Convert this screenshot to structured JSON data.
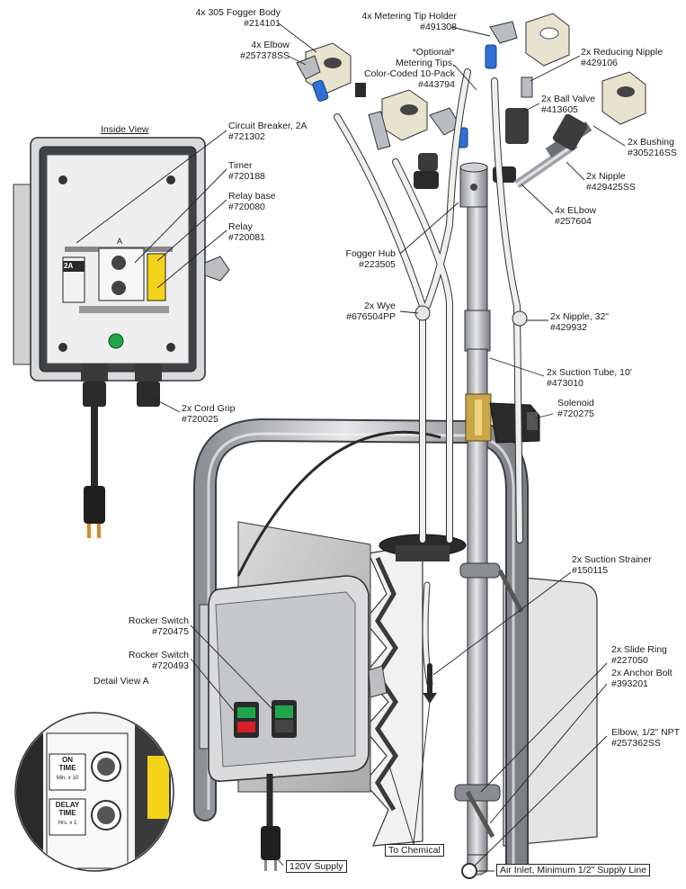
{
  "parts": {
    "fogger_body": {
      "line1": "4x 305 Fogger Body",
      "line2": "#214101"
    },
    "elbow_top": {
      "line1": "4x Elbow",
      "line2": "#257378SS"
    },
    "metering_tip_holder": {
      "line1": "4x Metering Tip Holder",
      "line2": "#491308"
    },
    "metering_tips": {
      "line1": "*Optional*",
      "line2": "Metering Tips,",
      "line3": "Color-Coded 10-Pack",
      "line4": "#443794"
    },
    "reducing_nipple": {
      "line1": "2x Reducing Nipple",
      "line2": "#429106"
    },
    "ball_valve": {
      "line1": "2x Ball Valve",
      "line2": "#413605"
    },
    "bushing": {
      "line1": "2x Bushing",
      "line2": "#305216SS"
    },
    "nipple": {
      "line1": "2x Nipple",
      "line2": "#429425SS"
    },
    "elbow_hub": {
      "line1": "4x ELbow",
      "line2": "#257604"
    },
    "fogger_hub": {
      "line1": "Fogger Hub",
      "line2": "#223505"
    },
    "wye": {
      "line1": "2x Wye",
      "line2": "#676504PP"
    },
    "nipple_32": {
      "line1": "2x Nipple, 32\"",
      "line2": "#429932"
    },
    "suction_tube": {
      "line1": "2x Suction Tube, 10'",
      "line2": "#473010"
    },
    "solenoid": {
      "line1": "Solenoid",
      "line2": "#720275"
    },
    "circuit_breaker": {
      "line1": "Circuit Breaker, 2A",
      "line2": "#721302"
    },
    "timer": {
      "line1": "Timer",
      "line2": "#720188"
    },
    "relay_base": {
      "line1": "Relay base",
      "line2": "#720080"
    },
    "relay": {
      "line1": "Relay",
      "line2": "#720081"
    },
    "cord_grip": {
      "line1": "2x Cord Grip",
      "line2": "#720025"
    },
    "suction_strainer": {
      "line1": "2x Suction Strainer",
      "line2": "#150115"
    },
    "rocker_switch_1": {
      "line1": "Rocker Switch",
      "line2": "#720475"
    },
    "rocker_switch_2": {
      "line1": "Rocker Switch",
      "line2": "#720493"
    },
    "slide_ring": {
      "line1": "2x Slide Ring",
      "line2": "#227050"
    },
    "anchor_bolt": {
      "line1": "2x Anchor Bolt",
      "line2": "#393201"
    },
    "elbow_npt": {
      "line1": "Elbow, 1/2\" NPT",
      "line2": "#257362SS"
    }
  },
  "views": {
    "inside_view": "Inside View",
    "detail_view": "Detail View A"
  },
  "callouts": {
    "to_chemical": "To Chemical",
    "supply_120v": "120V Supply",
    "air_inlet": "Air Inlet, Minimum 1/2\" Supply Line"
  },
  "panel_text": {
    "breaker": "2A",
    "detail_marker": "A",
    "on_time": "ON\nTIME",
    "on_time_sub": "Min. x 10",
    "delay_time": "DELAY\nTIME",
    "delay_time_sub": "Hrs. x 1"
  },
  "colors": {
    "steel": "#b9bcc0",
    "dark_steel": "#6d7075",
    "enclosure": "#d9dadc",
    "relay_yellow": "#f2d41c",
    "green_button": "#1fa64a",
    "red_button": "#d61f26",
    "blue_fitting": "#2f6fd6",
    "tube": "#e9ece9"
  }
}
